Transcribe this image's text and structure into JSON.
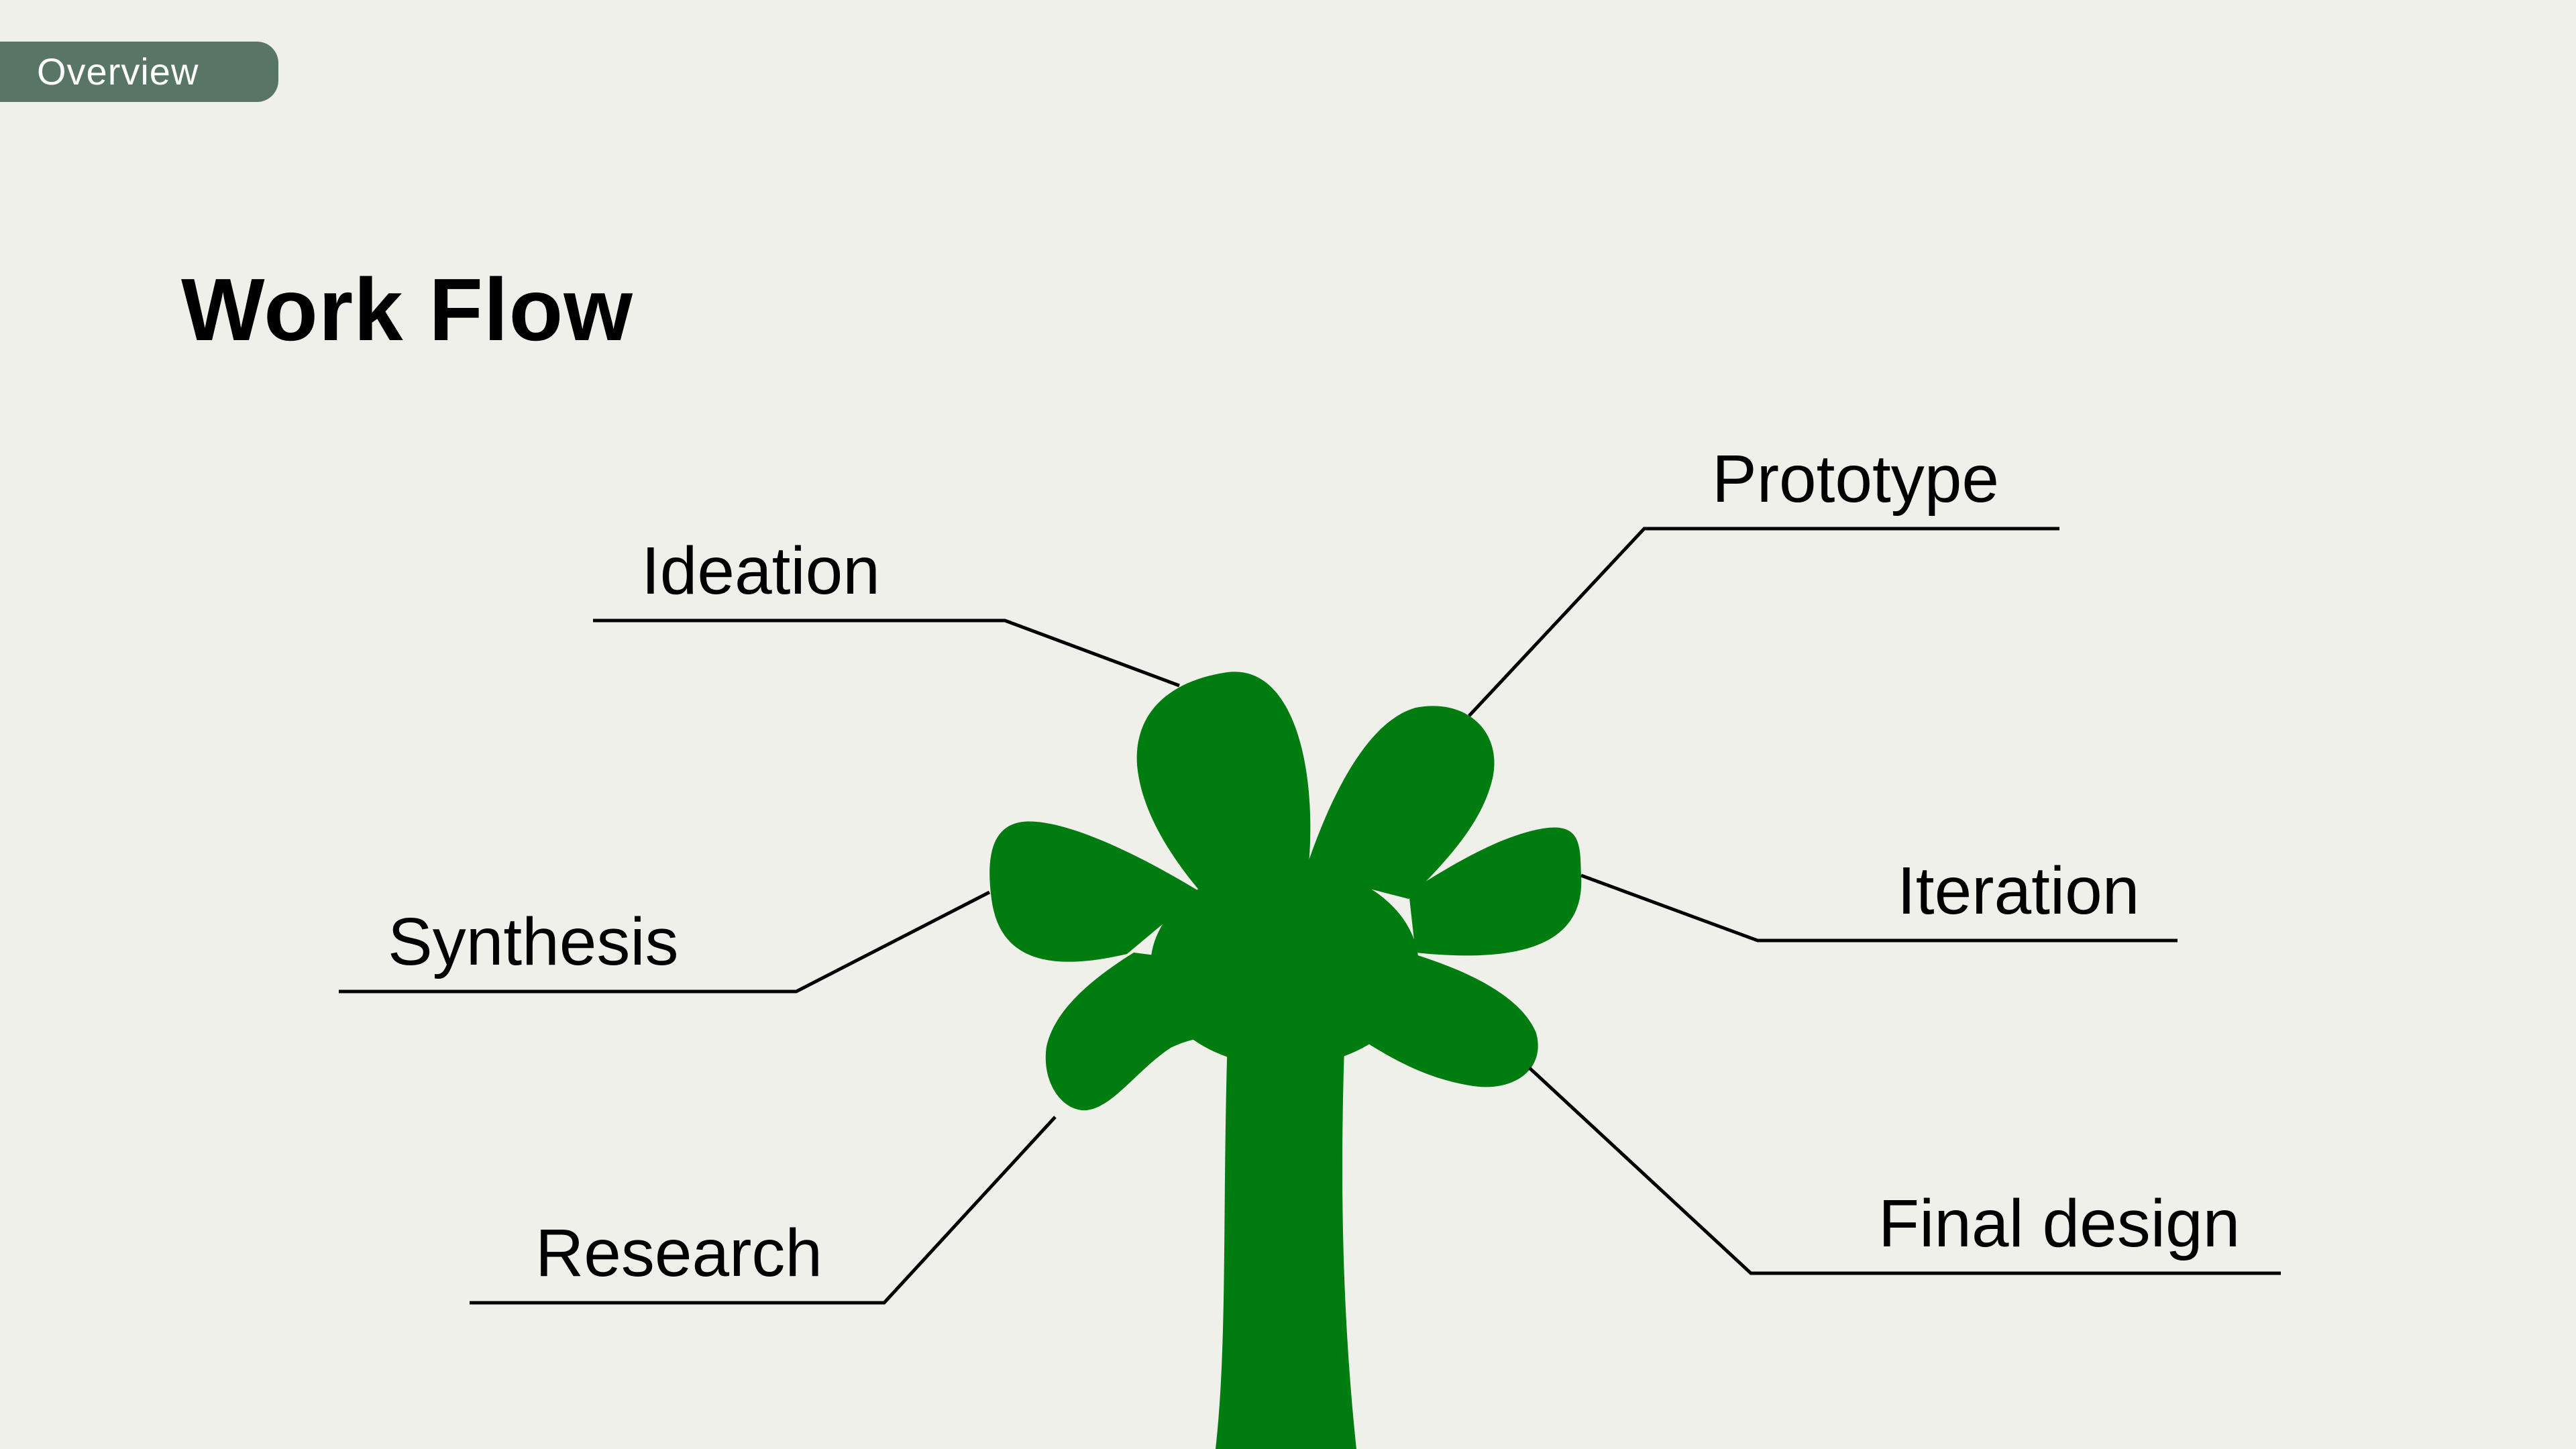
{
  "header": {
    "tag_label": "Overview",
    "title": "Work Flow"
  },
  "diagram": {
    "plant_color": "#007C10",
    "background_color": "#EFF0EA",
    "tag_color": "#587666",
    "labels": {
      "ideation": "Ideation",
      "prototype": "Prototype",
      "synthesis": "Synthesis",
      "iteration": "Iteration",
      "research": "Research",
      "final_design": "Final design"
    }
  }
}
